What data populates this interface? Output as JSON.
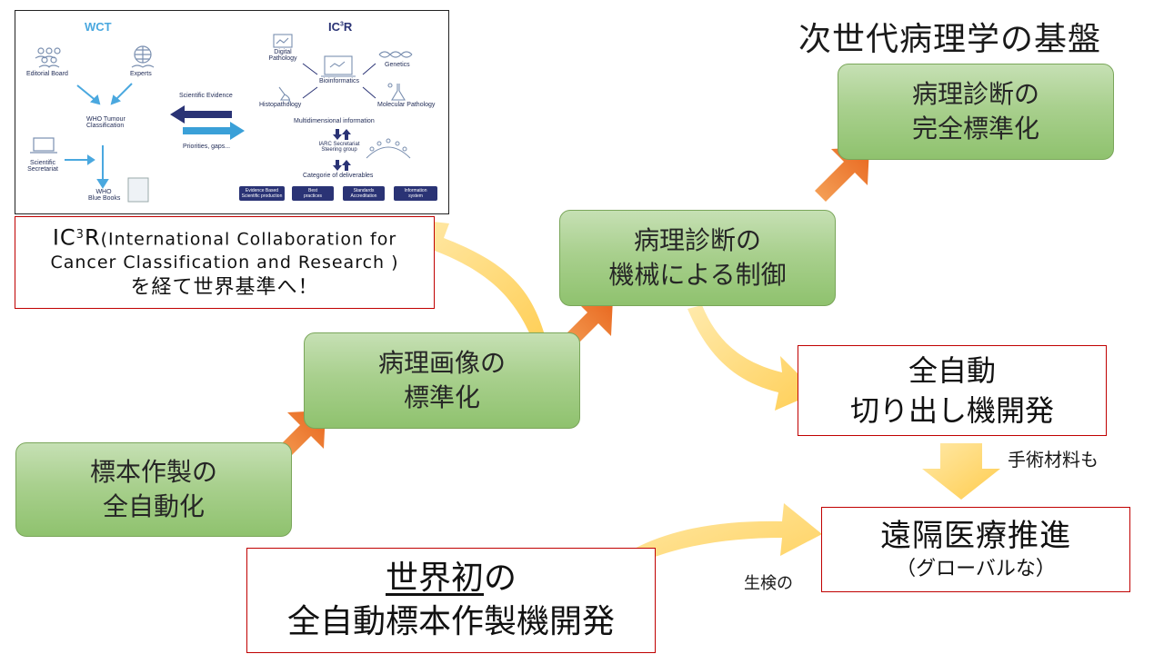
{
  "title": "次世代病理学の基盤",
  "steps": [
    {
      "line1": "標本作製の",
      "line2": "全自動化"
    },
    {
      "line1": "病理画像の",
      "line2": "標準化"
    },
    {
      "line1": "病理診断の",
      "line2": "機械による制御"
    },
    {
      "line1": "病理診断の",
      "line2": "完全標準化"
    }
  ],
  "ic3r": {
    "line1_prefix": "IC",
    "line1_sup": "3",
    "line1_r": "R",
    "line1_rest": "(International Collaboration for",
    "line2": "Cancer Classification and Research )",
    "line3": "を経て世界基準へ！"
  },
  "auto_cut": {
    "line1": "全自動",
    "line2": "切り出し機開発"
  },
  "note_surgical": "手術材料も",
  "remote": {
    "line1": "遠隔医療推進",
    "line2": "（グローバルな）"
  },
  "note_biopsy": "生検の",
  "world_first": {
    "underlined": "世界初",
    "rest": "の",
    "line2": "全自動標本作製機開発"
  },
  "inset": {
    "wct_title": "WCT",
    "ic3r_title": "IC",
    "ic3r_sup": "3",
    "ic3r_r": "R",
    "editorial_board": "Editorial Board",
    "experts": "Experts",
    "who_classification_1": "WHO Tumour",
    "who_classification_2": "Classification",
    "scientific_secretariat_1": "Scientific",
    "scientific_secretariat_2": "Secretariat",
    "who_blue_books_1": "WHO",
    "who_blue_books_2": "Blue Books",
    "scientific_evidence": "Scientific Evidence",
    "priorities": "Priorities, gaps...",
    "digital_pathology_1": "Digital",
    "digital_pathology_2": "Pathology",
    "bioinformatics": "Bioinformatics",
    "genetics": "Genetics",
    "histopathology": "Histopathology",
    "molecular_pathology": "Molecular Pathology",
    "multidimensional": "Multidimensional information",
    "iarc_1": "IARC Secretariat",
    "iarc_2": "Steering group",
    "deliverables": "Categorie of deliverables",
    "btn1_1": "Evidence Based",
    "btn1_2": "Scientific production",
    "btn2_1": "Best",
    "btn2_2": "practices",
    "btn3_1": "Standards",
    "btn3_2": "Accreditation",
    "btn4_1": "Information",
    "btn4_2": "system"
  },
  "colors": {
    "green_top": "#c6e0b4",
    "green_bottom": "#8fc26e",
    "orange_arrow": "#f07f2f",
    "yellow_arrow": "#ffd966",
    "red_border": "#c00000",
    "navy": "#2a3375",
    "light_blue": "#3aa0d8"
  }
}
